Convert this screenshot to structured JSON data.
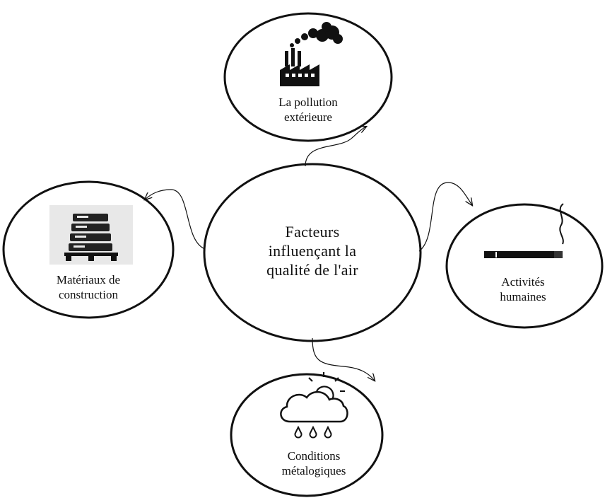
{
  "center": {
    "lines": [
      "Facteurs",
      "influençant la",
      "qualité de l'air"
    ]
  },
  "nodes": {
    "top": {
      "lines": [
        "La pollution",
        "extérieure"
      ],
      "icon": "factory-smoke-icon"
    },
    "left": {
      "lines": [
        "Matériaux de",
        "construction"
      ],
      "icon": "stacked-sacks-pallet-icon"
    },
    "right": {
      "lines": [
        "Activités",
        "humaines"
      ],
      "icon": "cigarette-smoke-icon"
    },
    "bottom": {
      "lines": [
        "Conditions",
        "métalogiques"
      ],
      "icon": "cloud-rain-sun-icon"
    }
  },
  "colors": {
    "stroke": "#111111",
    "background": "#ffffff",
    "icon_panel": "#e8e8e8"
  }
}
